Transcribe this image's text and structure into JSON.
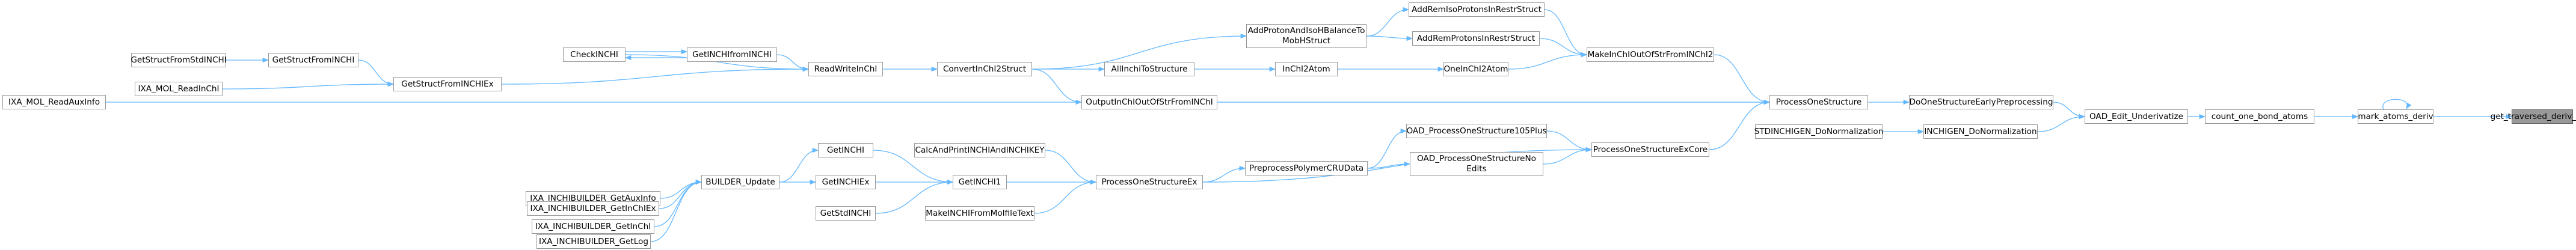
{
  "nodes": {
    "get_traversed_deriv_type": "get_traversed_deriv_type",
    "mark_atoms_deriv": "mark_atoms_deriv",
    "count_one_bond_atoms": "count_one_bond_atoms",
    "OAD_Edit_Underivatize": "OAD_Edit_Underivatize",
    "DoOneStructureEarlyPreprocessing": "DoOneStructureEarlyPreprocessing",
    "INCHIGEN_DoNormalization": "INCHIGEN_DoNormalization",
    "ProcessOneStructure": "ProcessOneStructure",
    "STDINCHIGEN_DoNormalization": "STDINCHIGEN_DoNormalization",
    "MakeInChIOutOfStrFromINChI2": "MakeInChIOutOfStrFromINChI2",
    "ProcessOneStructureExCore": "ProcessOneStructureExCore",
    "AddRemIsoProtonsInRestrStruct": "AddRemIsoProtonsInRestrStruct",
    "AddRemProtonsInRestrStruct": "AddRemProtonsInRestrStruct",
    "OneInChI2Atom": "OneInChI2Atom",
    "OutputInChIOutOfStrFromINChI": "OutputInChIOutOfStrFromINChI",
    "OAD_ProcessOneStructure105Plus": "OAD_ProcessOneStructure105Plus",
    "OAD_ProcessOneStructureNoEdits": "OAD_ProcessOneStructureNo\nEdits",
    "ProcessOneStructureEx": "ProcessOneStructureEx",
    "AddProtonAndIsoHBalanceToMobHStruct": "AddProtonAndIsoHBalanceTo\nMobHStruct",
    "InChI2Atom": "InChI2Atom",
    "PreprocessPolymerCRUData": "PreprocessPolymerCRUData",
    "ConvertInChI2Struct": "ConvertInChI2Struct",
    "AllInchiToStructure": "AllInchiToStructure",
    "CalcAndPrintINCHIAndINCHIKEY": "CalcAndPrintINCHIAndINCHIKEY",
    "GetINCHI1": "GetINCHI1",
    "MakeINCHIFromMolfileText": "MakeINCHIFromMolfileText",
    "ReadWriteInChI": "ReadWriteInChI",
    "GetINCHI": "GetINCHI",
    "GetINCHIEx": "GetINCHIEx",
    "GetStdINCHI": "GetStdINCHI",
    "GetINCHIfromINCHI": "GetINCHIfromINCHI",
    "GetStructFromINCHIEx": "GetStructFromINCHIEx",
    "BUILDER_Update": "BUILDER_Update",
    "CheckINCHI": "CheckINCHI",
    "GetStructFromINCHI": "GetStructFromINCHI",
    "IXA_MOL_ReadInChI": "IXA_MOL_ReadInChI",
    "IXA_MOL_ReadAuxInfo": "IXA_MOL_ReadAuxInfo",
    "GetStructFromStdINCHI": "GetStructFromStdINCHI",
    "IXA_INCHIBUILDER_GetAuxInfo": "IXA_INCHIBUILDER_GetAuxInfo",
    "IXA_INCHIBUILDER_GetInChI": "IXA_INCHIBUILDER_GetInChI",
    "IXA_INCHIBUILDER_GetInChIEx": "IXA_INCHIBUILDER_GetInChIEx",
    "IXA_INCHIBUILDER_GetLog": "IXA_INCHIBUILDER_GetLog"
  },
  "edges": [
    [
      "mark_atoms_deriv",
      "get_traversed_deriv_type"
    ],
    [
      "mark_atoms_deriv",
      "mark_atoms_deriv"
    ],
    [
      "count_one_bond_atoms",
      "mark_atoms_deriv"
    ],
    [
      "OAD_Edit_Underivatize",
      "count_one_bond_atoms"
    ],
    [
      "DoOneStructureEarlyPreprocessing",
      "OAD_Edit_Underivatize"
    ],
    [
      "INCHIGEN_DoNormalization",
      "OAD_Edit_Underivatize"
    ],
    [
      "ProcessOneStructure",
      "DoOneStructureEarlyPreprocessing"
    ],
    [
      "STDINCHIGEN_DoNormalization",
      "INCHIGEN_DoNormalization"
    ],
    [
      "MakeInChIOutOfStrFromINChI2",
      "ProcessOneStructure"
    ],
    [
      "ProcessOneStructureExCore",
      "ProcessOneStructure"
    ],
    [
      "AddRemIsoProtonsInRestrStruct",
      "MakeInChIOutOfStrFromINChI2"
    ],
    [
      "AddRemProtonsInRestrStruct",
      "MakeInChIOutOfStrFromINChI2"
    ],
    [
      "OneInChI2Atom",
      "MakeInChIOutOfStrFromINChI2"
    ],
    [
      "OutputInChIOutOfStrFromINChI",
      "ProcessOneStructure"
    ],
    [
      "IXA_MOL_ReadAuxInfo",
      "ProcessOneStructure"
    ],
    [
      "OAD_ProcessOneStructure105Plus",
      "ProcessOneStructureExCore"
    ],
    [
      "OAD_ProcessOneStructureNoEdits",
      "ProcessOneStructureExCore"
    ],
    [
      "ProcessOneStructureEx",
      "ProcessOneStructureExCore"
    ],
    [
      "AddProtonAndIsoHBalanceToMobHStruct",
      "AddRemIsoProtonsInRestrStruct"
    ],
    [
      "AddProtonAndIsoHBalanceToMobHStruct",
      "AddRemProtonsInRestrStruct"
    ],
    [
      "InChI2Atom",
      "OneInChI2Atom"
    ],
    [
      "ConvertInChI2Struct",
      "OutputInChIOutOfStrFromINChI"
    ],
    [
      "PreprocessPolymerCRUData",
      "OAD_ProcessOneStructure105Plus"
    ],
    [
      "PreprocessPolymerCRUData",
      "OAD_ProcessOneStructureNoEdits"
    ],
    [
      "ProcessOneStructureEx",
      "PreprocessPolymerCRUData"
    ],
    [
      "GetINCHI1",
      "ProcessOneStructureEx"
    ],
    [
      "CalcAndPrintINCHIAndINCHIKEY",
      "ProcessOneStructureEx"
    ],
    [
      "MakeINCHIFromMolfileText",
      "ProcessOneStructureEx"
    ],
    [
      "ConvertInChI2Struct",
      "AddProtonAndIsoHBalanceToMobHStruct"
    ],
    [
      "AllInchiToStructure",
      "InChI2Atom"
    ],
    [
      "ConvertInChI2Struct",
      "AllInchiToStructure"
    ],
    [
      "ReadWriteInChI",
      "ConvertInChI2Struct"
    ],
    [
      "GetINCHI",
      "GetINCHI1"
    ],
    [
      "GetINCHIEx",
      "GetINCHI1"
    ],
    [
      "GetStdINCHI",
      "GetINCHI1"
    ],
    [
      "GetStructFromINCHIEx",
      "ReadWriteInChI"
    ],
    [
      "CheckINCHI",
      "ReadWriteInChI"
    ],
    [
      "GetINCHIfromINCHI",
      "ReadWriteInChI"
    ],
    [
      "BUILDER_Update",
      "GetINCHI"
    ],
    [
      "BUILDER_Update",
      "GetINCHIEx"
    ],
    [
      "IXA_MOL_ReadInChI",
      "GetStructFromINCHIEx"
    ],
    [
      "GetStructFromINCHI",
      "GetStructFromINCHIEx"
    ],
    [
      "GetINCHIfromINCHI",
      "CheckINCHI"
    ],
    [
      "CheckINCHI",
      "GetINCHIfromINCHI"
    ],
    [
      "GetStructFromStdINCHI",
      "GetStructFromINCHI"
    ],
    [
      "IXA_INCHIBUILDER_GetAuxInfo",
      "BUILDER_Update"
    ],
    [
      "IXA_INCHIBUILDER_GetInChI",
      "BUILDER_Update"
    ],
    [
      "IXA_INCHIBUILDER_GetInChIEx",
      "BUILDER_Update"
    ],
    [
      "IXA_INCHIBUILDER_GetLog",
      "BUILDER_Update"
    ]
  ]
}
